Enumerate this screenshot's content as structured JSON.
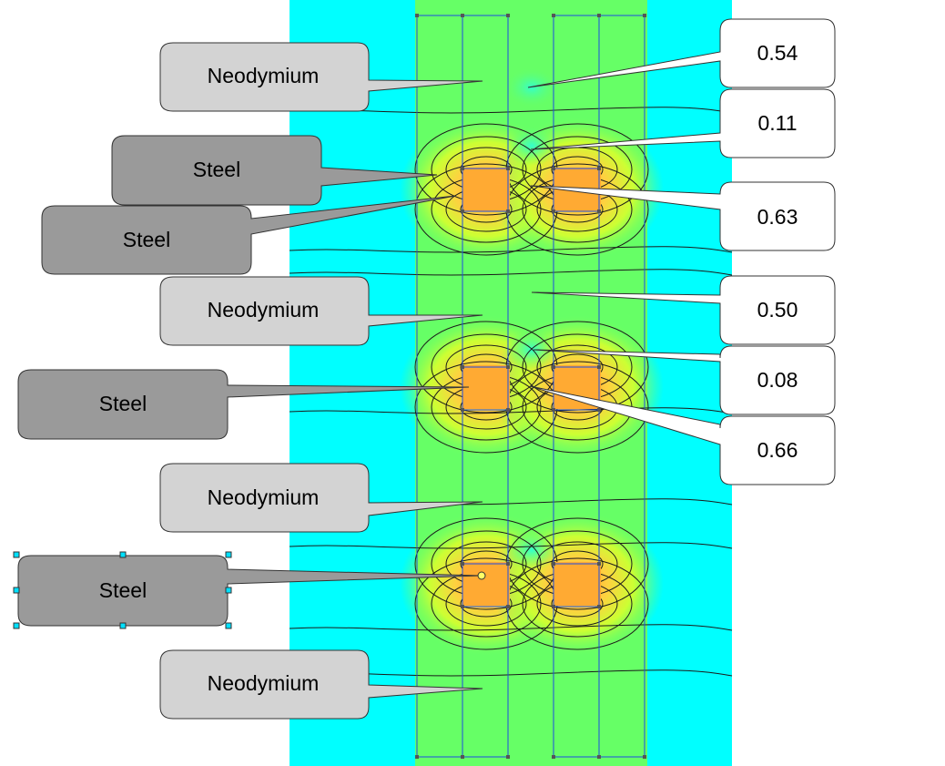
{
  "colors": {
    "background": "#00ffff",
    "field_low": "#66ff66",
    "field_mid": "#ccff33",
    "field_high": "#ffaa33",
    "neodymium_callout": "#d3d3d3",
    "steel_callout": "#9a9a9a",
    "value_callout": "#ffffff",
    "mesh_line": "#1d4ee0",
    "contour_line": "#1a1a1a",
    "selection_handle": "#00e0ff"
  },
  "labels": {
    "neodymium": [
      {
        "text": "Neodymium"
      },
      {
        "text": "Neodymium"
      },
      {
        "text": "Neodymium"
      },
      {
        "text": "Neodymium"
      }
    ],
    "steel": [
      {
        "text": "Steel"
      },
      {
        "text": "Steel"
      },
      {
        "text": "Steel"
      },
      {
        "text": "Steel",
        "selected": true
      }
    ]
  },
  "values": [
    {
      "text": "0.54"
    },
    {
      "text": "0.11"
    },
    {
      "text": "0.63"
    },
    {
      "text": "0.50"
    },
    {
      "text": "0.08"
    },
    {
      "text": "0.66"
    }
  ]
}
